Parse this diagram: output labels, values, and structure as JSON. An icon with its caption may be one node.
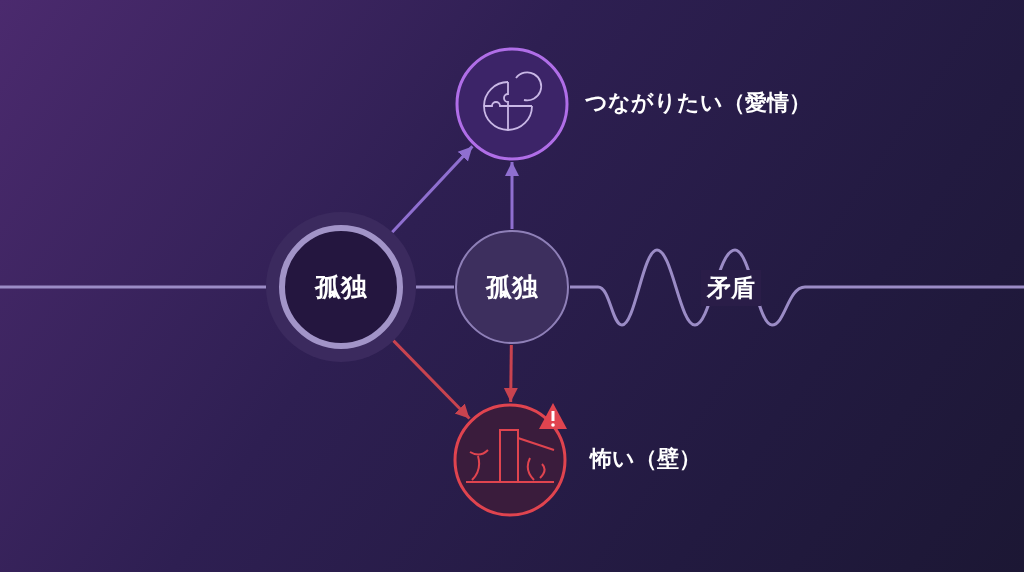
{
  "diagram": {
    "nodes": [
      {
        "text": [
          "孤独"
        ]
      },
      {
        "text": [
          "孤独"
        ]
      },
      {
        "text": [
          "つながりたい（愛情）"
        ]
      },
      {
        "text": [
          "怖い（壁）"
        ]
      }
    ],
    "edges": [
      {
        "from": null,
        "to": 0,
        "arrow": "none"
      },
      {
        "from": 0,
        "to": 1,
        "arrow": "none"
      },
      {
        "from": 1,
        "to": null,
        "arrow": "none",
        "label": "矛盾"
      },
      {
        "from": 0,
        "to": 2,
        "arrow": "to",
        "color": "#8f6fd0"
      },
      {
        "from": 1,
        "to": 2,
        "arrow": "to",
        "color": "#8f6fd0"
      },
      {
        "from": 0,
        "to": 3,
        "arrow": "to",
        "color": "#c8434f"
      },
      {
        "from": 1,
        "to": 3,
        "arrow": "to",
        "color": "#c8434f"
      }
    ]
  }
}
